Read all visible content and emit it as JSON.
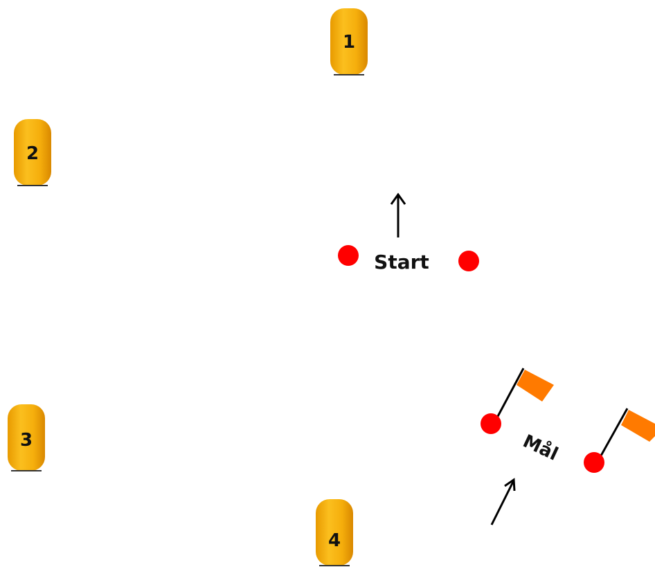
{
  "buoys": [
    {
      "label": "1"
    },
    {
      "label": "2"
    },
    {
      "label": "3"
    },
    {
      "label": "4"
    }
  ],
  "start": {
    "label": "Start"
  },
  "goal": {
    "label": "Mål"
  },
  "colors": {
    "buoy": "#f5ae0c",
    "buoy_shadow": "#d98d00",
    "mark": "#ff0000",
    "flag": "#ff7a00",
    "text": "#111111"
  }
}
